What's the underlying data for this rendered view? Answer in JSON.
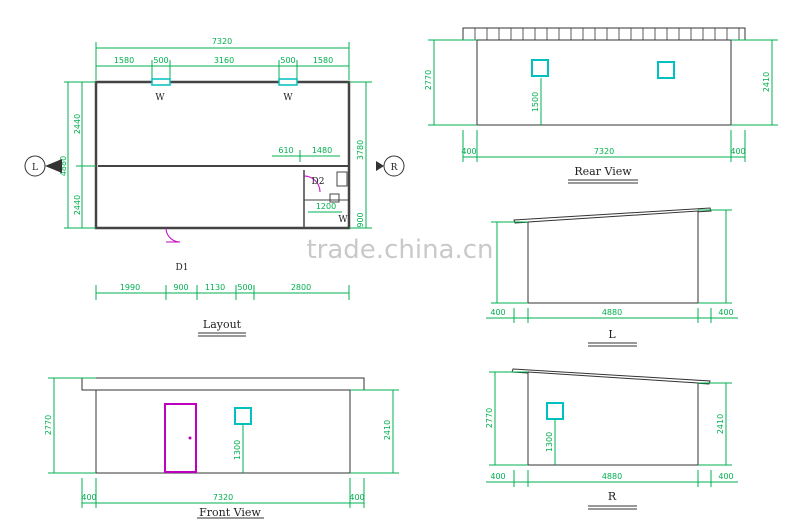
{
  "layout": {
    "title": "Layout",
    "total_width": "7320",
    "top_dims": [
      "1580",
      "500",
      "3160",
      "500",
      "1580"
    ],
    "window_labels": [
      "W",
      "W",
      "W"
    ],
    "left_dims": [
      "2440",
      "2440"
    ],
    "left_total": "4880",
    "right_total": "3780",
    "right_small": "900",
    "inner_dims": [
      "610",
      "1480"
    ],
    "inner_dim2": "1200",
    "door_labels": [
      "D2",
      "D1"
    ],
    "bottom_dims": [
      "1990",
      "900",
      "1130",
      "500",
      "2800"
    ],
    "marker_left": "L",
    "marker_right": "R"
  },
  "rear_view": {
    "title": "Rear View",
    "height": "2770",
    "right_height": "2410",
    "window_height": "1500",
    "width": "7320",
    "side_left": "400",
    "side_right": "400"
  },
  "l_view": {
    "title": "L",
    "width": "4880",
    "side_left": "400",
    "side_right": "400"
  },
  "front_view": {
    "title": "Front View",
    "height": "2770",
    "right_height": "2410",
    "window_height": "1300",
    "width": "7320",
    "side_left": "400",
    "side_right": "400"
  },
  "r_view": {
    "title": "R",
    "height": "2770",
    "right_height": "2410",
    "window_height": "1300",
    "width": "4880",
    "side_left": "400",
    "side_right": "400"
  },
  "watermark": "trade.china.cn",
  "colors": {
    "dimension": "#00b050",
    "window": "#00c0c0",
    "door": "#c000c0",
    "outline": "#222222"
  }
}
